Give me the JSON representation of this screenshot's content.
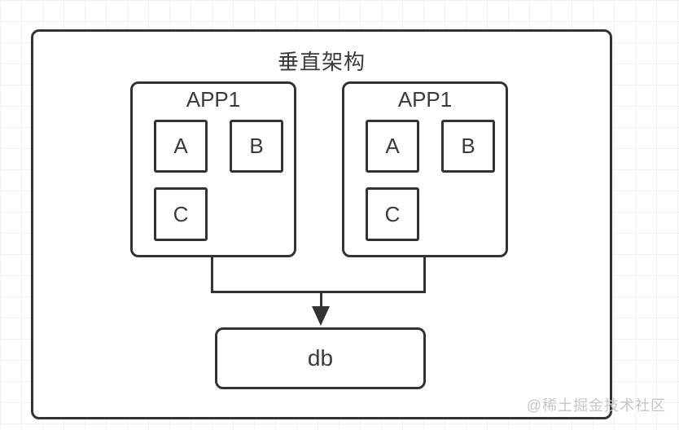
{
  "diagram": {
    "title": "垂直架构",
    "apps": [
      {
        "label": "APP1",
        "modules": [
          "A",
          "B",
          "C"
        ]
      },
      {
        "label": "APP1",
        "modules": [
          "A",
          "B",
          "C"
        ]
      }
    ],
    "database": {
      "label": "db"
    },
    "colors": {
      "stroke": "#333333",
      "background": "#ffffff",
      "grid": "#f0f0f1",
      "text": "#3a3a3a",
      "watermark": "#c6c6c6"
    }
  },
  "watermark": {
    "text": "@稀土掘金技术社区"
  }
}
